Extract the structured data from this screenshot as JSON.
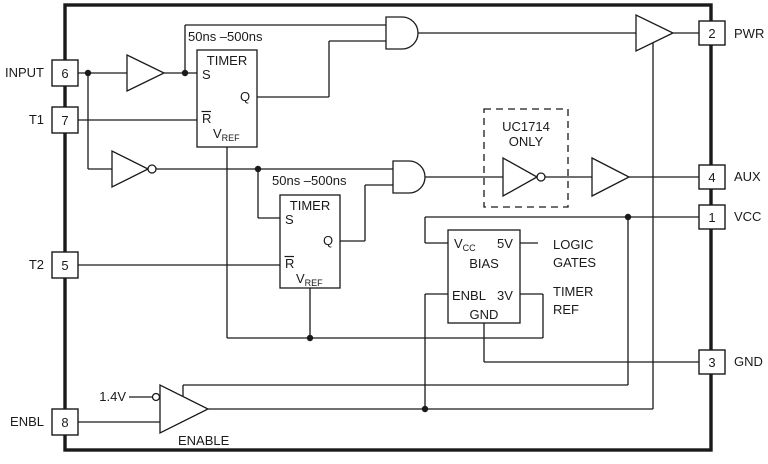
{
  "pins": {
    "left": [
      {
        "num": "6",
        "name": "INPUT"
      },
      {
        "num": "7",
        "name": "T1"
      },
      {
        "num": "5",
        "name": "T2"
      },
      {
        "num": "8",
        "name": "ENBL"
      }
    ],
    "right": [
      {
        "num": "2",
        "name": "PWR"
      },
      {
        "num": "4",
        "name": "AUX"
      },
      {
        "num": "1",
        "name": "VCC"
      },
      {
        "num": "3",
        "name": "GND"
      }
    ]
  },
  "timer1": {
    "range": "50ns –500ns",
    "title": "TIMER",
    "s": "S",
    "q": "Q",
    "r": "R",
    "vref_v": "V",
    "vref_sub": "REF"
  },
  "timer2": {
    "range": "50ns –500ns",
    "title": "TIMER",
    "s": "S",
    "q": "Q",
    "r": "R",
    "vref_v": "V",
    "vref_sub": "REF"
  },
  "bias": {
    "vcc_v": "V",
    "vcc_sub": "CC",
    "v5": "5V",
    "title": "BIAS",
    "enbl": "ENBL",
    "v3": "3V",
    "gnd": "GND"
  },
  "labels": {
    "logic1": "LOGIC",
    "logic2": "GATES",
    "tref1": "TIMER",
    "tref2": "REF",
    "uc1": "UC1714",
    "uc2": "ONLY",
    "enable": "ENABLE",
    "threshold": "1.4V"
  },
  "colors": {
    "line": "#1a1a1a",
    "background": "#ffffff"
  }
}
